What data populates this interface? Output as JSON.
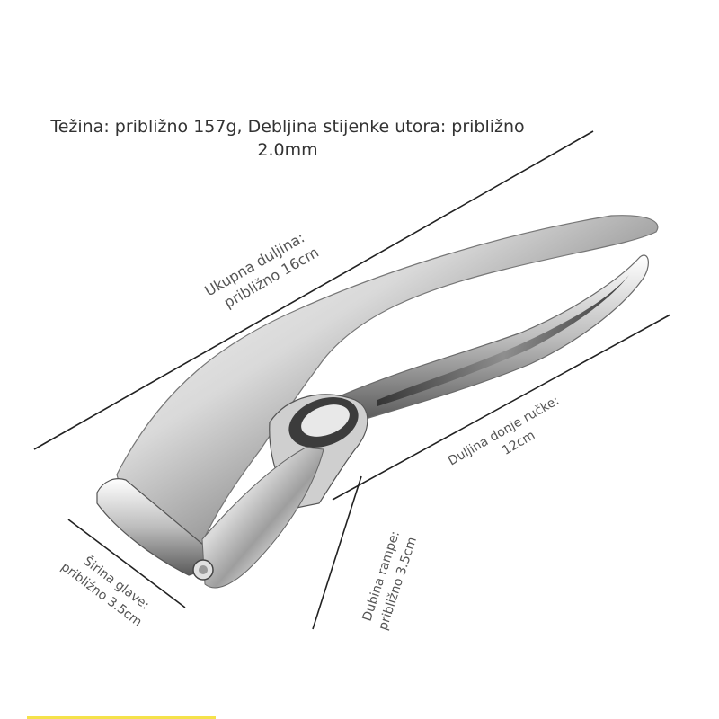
{
  "weight_note": {
    "line1": "Težina: približno 157g, Debljina stijenke utora: približno",
    "line2": "2.0mm"
  },
  "dimensions": {
    "total_length": {
      "line1": "Ukupna duljina:",
      "line2": "približno 16cm"
    },
    "lower_handle": {
      "line1": "Duljina donje ručke:",
      "line2": "12cm"
    },
    "ramp_depth": {
      "line1": "Dubina rampe:",
      "line2": "približno 3.5cm"
    },
    "head_width": {
      "line1": "Širina glave:",
      "line2": "približno 3.5cm"
    }
  },
  "colors": {
    "metal_light": "#f2f2f2",
    "metal_mid": "#b8b8b8",
    "metal_dark": "#3a3a3a",
    "line": "#222222",
    "accent_bar": "#f5e24a"
  },
  "subject": "garlic-press-icon"
}
